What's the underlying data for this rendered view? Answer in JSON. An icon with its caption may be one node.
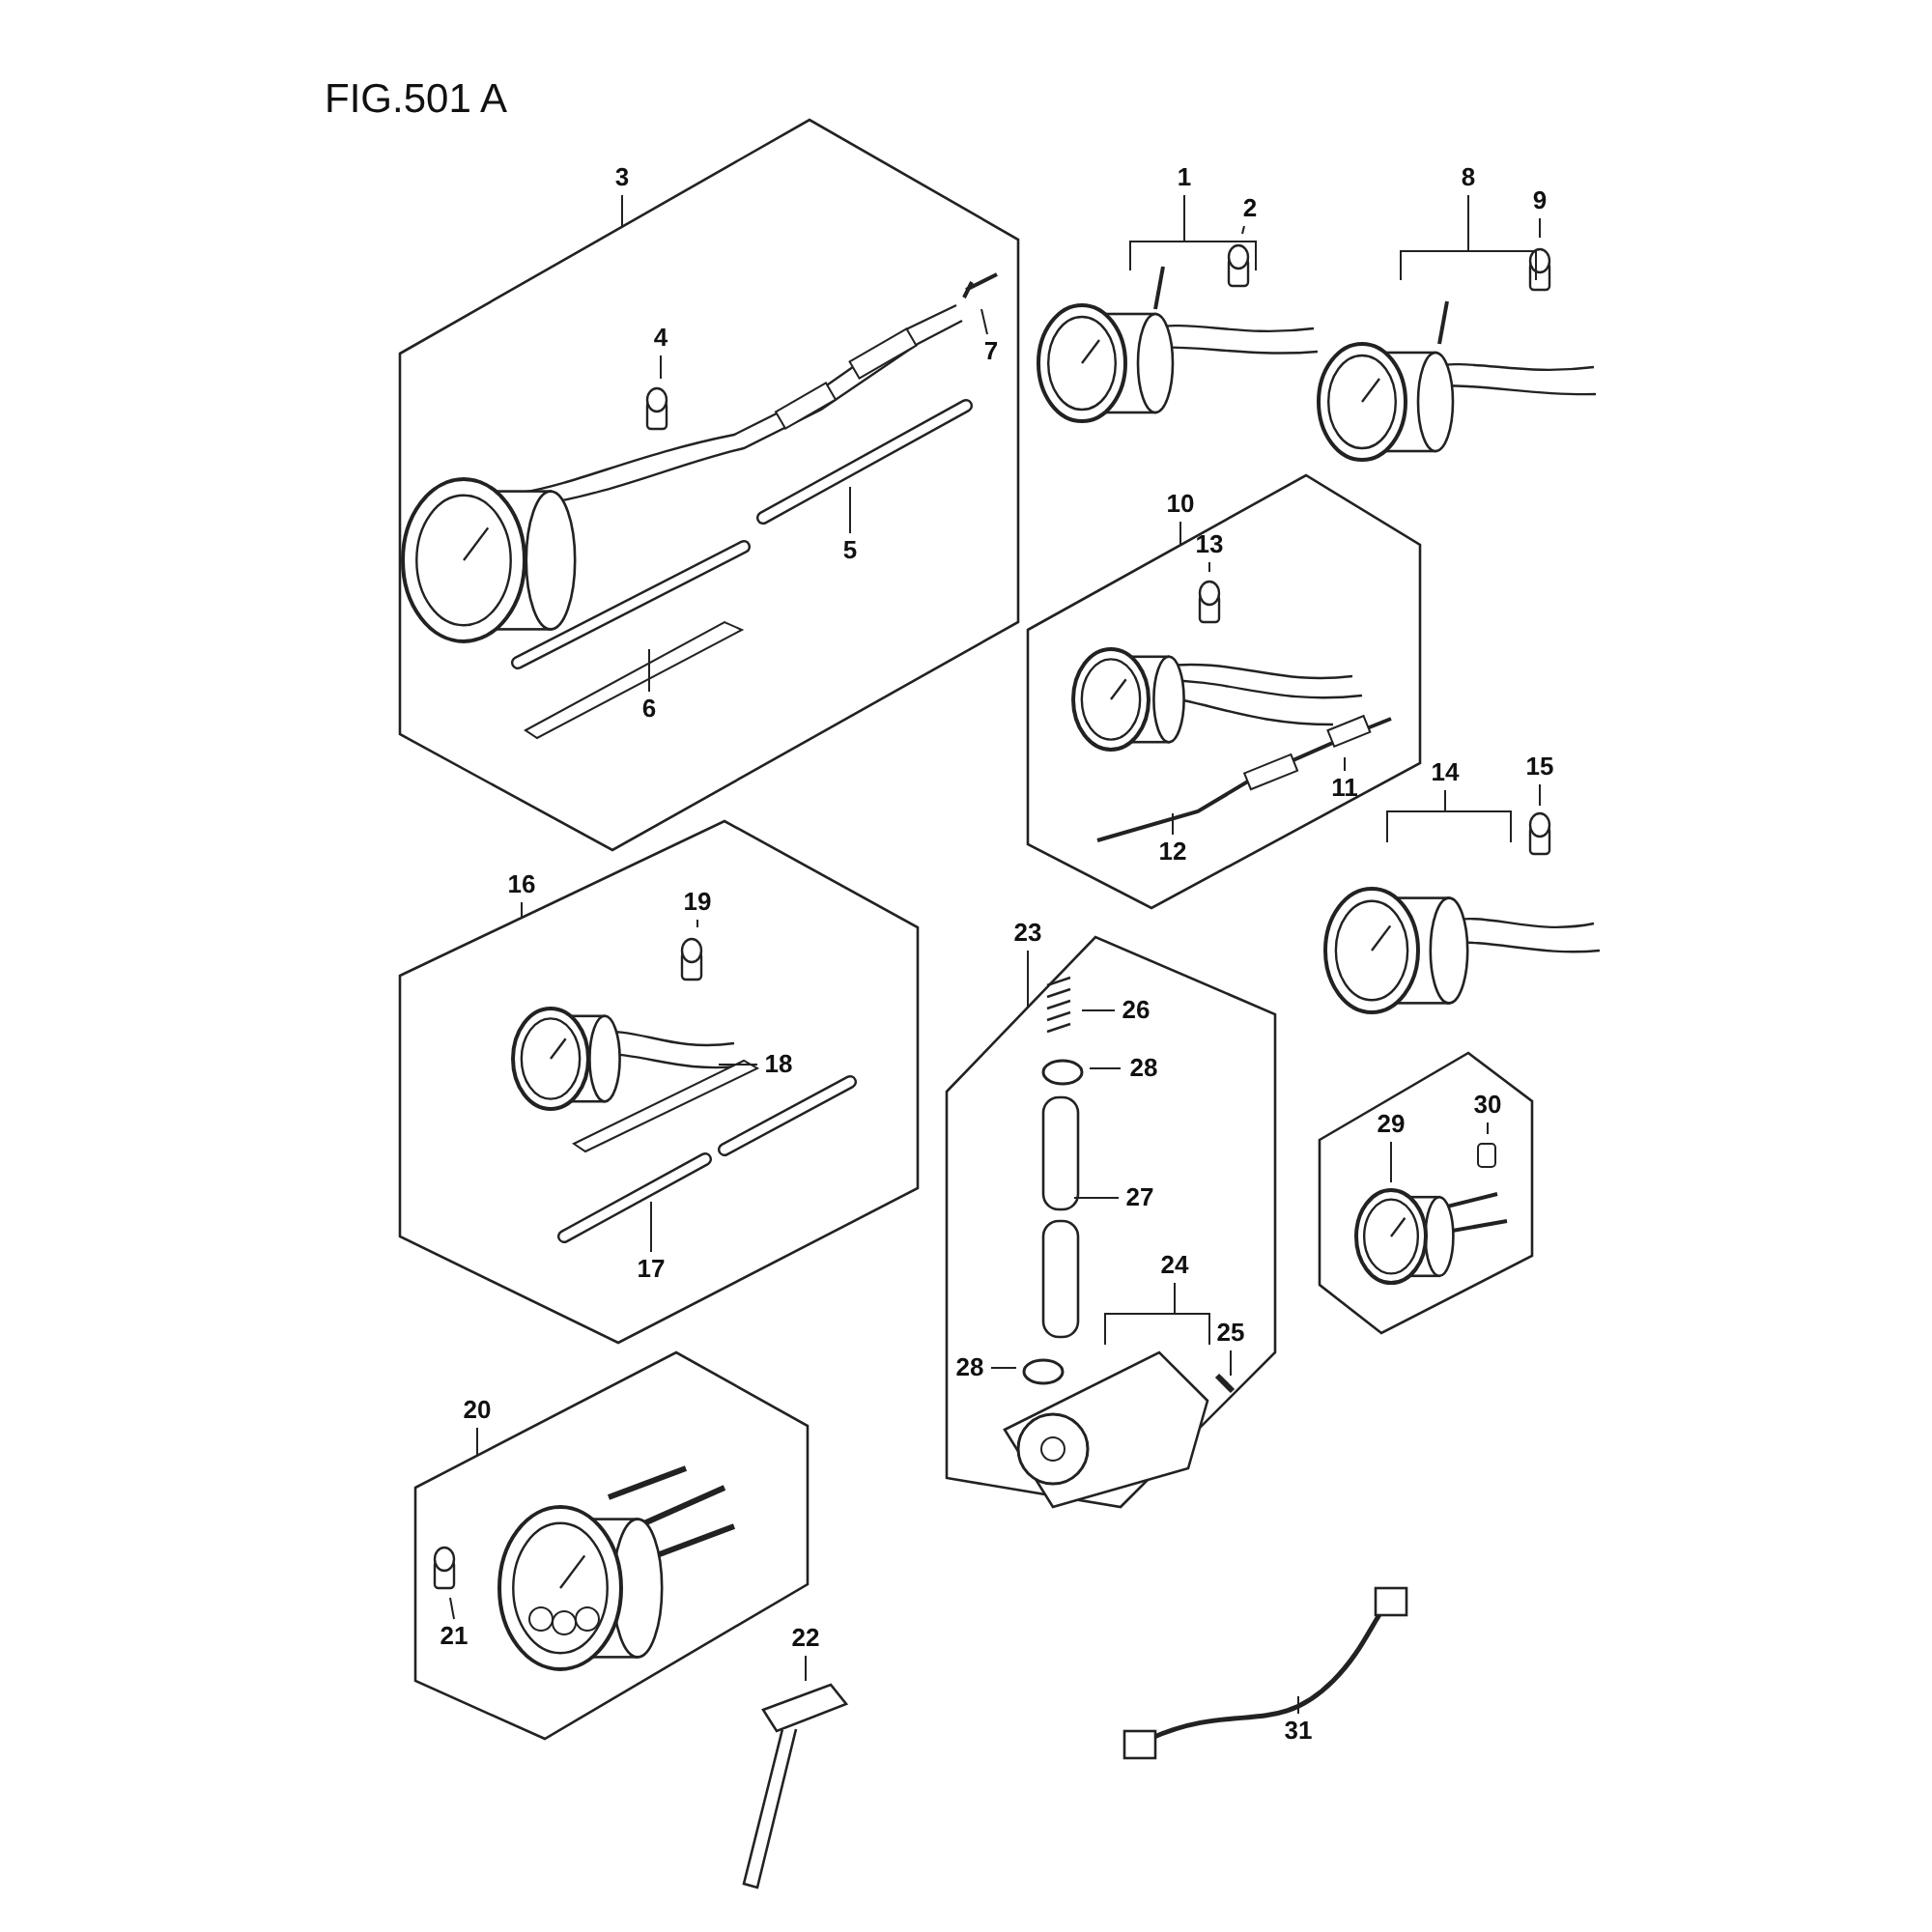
{
  "diagram": {
    "title": "FIG.501 A",
    "nodes": [
      {
        "text": [
          "1"
        ]
      },
      {
        "text": [
          "2"
        ]
      },
      {
        "text": [
          "8"
        ]
      },
      {
        "text": [
          "9"
        ]
      },
      {
        "text": [
          "3"
        ]
      },
      {
        "text": [],
        "shape": "box"
      },
      {
        "text": [
          "4"
        ],
        "in": 5
      },
      {
        "text": [
          "7"
        ],
        "in": 5
      },
      {
        "text": [
          "5"
        ],
        "in": 5
      },
      {
        "text": [
          "6"
        ],
        "in": 5
      },
      {
        "text": [
          "10"
        ]
      },
      {
        "text": [],
        "shape": "box"
      },
      {
        "text": [
          "13"
        ],
        "in": 11
      },
      {
        "text": [
          "11"
        ],
        "in": 11
      },
      {
        "text": [
          "12"
        ],
        "in": 11
      },
      {
        "text": [
          "14"
        ]
      },
      {
        "text": [
          "15"
        ]
      },
      {
        "text": [
          "16"
        ]
      },
      {
        "text": [],
        "shape": "box"
      },
      {
        "text": [
          "19"
        ],
        "in": 18
      },
      {
        "text": [
          "18"
        ],
        "in": 18
      },
      {
        "text": [
          "17"
        ],
        "in": 18
      },
      {
        "text": [
          "23"
        ]
      },
      {
        "text": [],
        "shape": "box"
      },
      {
        "text": [
          "26"
        ],
        "in": 23
      },
      {
        "text": [
          "28"
        ],
        "in": 23
      },
      {
        "text": [
          "27"
        ],
        "in": 23
      },
      {
        "text": [
          "24"
        ],
        "in": 23
      },
      {
        "text": [
          "25"
        ],
        "in": 23
      },
      {
        "text": [
          "28"
        ],
        "in": 23
      },
      {
        "text": [],
        "shape": "box"
      },
      {
        "text": [
          "29"
        ],
        "in": 30
      },
      {
        "text": [
          "30"
        ],
        "in": 30
      },
      {
        "text": [
          "20"
        ]
      },
      {
        "text": [],
        "shape": "box"
      },
      {
        "text": [
          "21"
        ],
        "in": 34
      },
      {
        "text": [
          "22"
        ]
      },
      {
        "text": [
          "31"
        ]
      }
    ],
    "edges": [
      {
        "from": 0,
        "to": null,
        "arrow": "none"
      },
      {
        "from": 1,
        "to": null,
        "arrow": "none"
      },
      {
        "from": 2,
        "to": null,
        "arrow": "none"
      },
      {
        "from": 3,
        "to": null,
        "arrow": "none"
      },
      {
        "from": 4,
        "to": 5,
        "arrow": "none"
      },
      {
        "from": 6,
        "to": null,
        "arrow": "none"
      },
      {
        "from": 7,
        "to": null,
        "arrow": "none"
      },
      {
        "from": 8,
        "to": null,
        "arrow": "none"
      },
      {
        "from": 9,
        "to": null,
        "arrow": "none"
      },
      {
        "from": 10,
        "to": 11,
        "arrow": "none"
      },
      {
        "from": 12,
        "to": null,
        "arrow": "none"
      },
      {
        "from": 13,
        "to": null,
        "arrow": "none"
      },
      {
        "from": 14,
        "to": null,
        "arrow": "none"
      },
      {
        "from": 15,
        "to": null,
        "arrow": "none"
      },
      {
        "from": 16,
        "to": null,
        "arrow": "none"
      },
      {
        "from": 17,
        "to": 18,
        "arrow": "none"
      },
      {
        "from": 19,
        "to": null,
        "arrow": "none"
      },
      {
        "from": 20,
        "to": null,
        "arrow": "none"
      },
      {
        "from": 21,
        "to": null,
        "arrow": "none"
      },
      {
        "from": 22,
        "to": 23,
        "arrow": "none"
      },
      {
        "from": 24,
        "to": null,
        "arrow": "none"
      },
      {
        "from": 25,
        "to": null,
        "arrow": "none"
      },
      {
        "from": 26,
        "to": null,
        "arrow": "none"
      },
      {
        "from": 27,
        "to": null,
        "arrow": "none"
      },
      {
        "from": 28,
        "to": null,
        "arrow": "none"
      },
      {
        "from": 29,
        "to": null,
        "arrow": "none"
      },
      {
        "from": 31,
        "to": null,
        "arrow": "none"
      },
      {
        "from": 32,
        "to": null,
        "arrow": "none"
      },
      {
        "from": 33,
        "to": 34,
        "arrow": "none"
      },
      {
        "from": 35,
        "to": null,
        "arrow": "none"
      },
      {
        "from": 36,
        "to": null,
        "arrow": "none"
      },
      {
        "from": 37,
        "to": null,
        "arrow": "none"
      }
    ]
  }
}
